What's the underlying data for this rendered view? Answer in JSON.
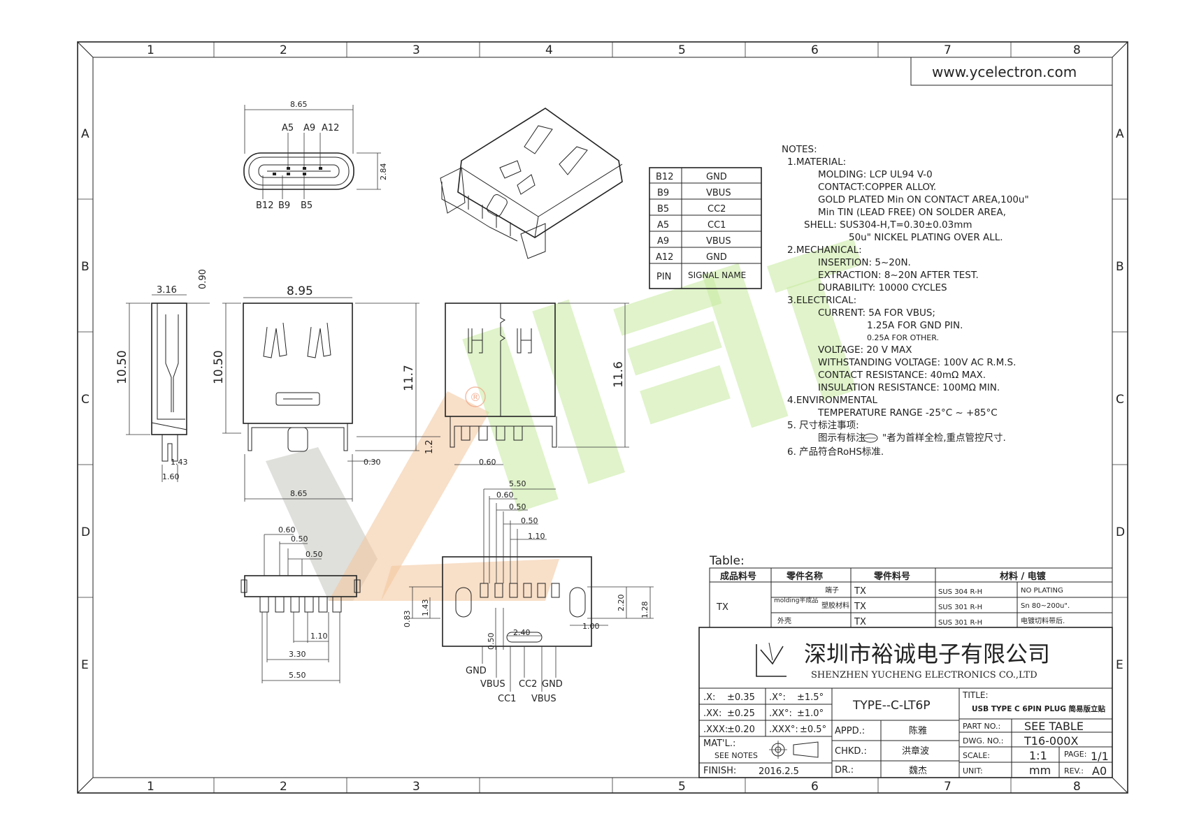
{
  "website": "www.ycelectron.com",
  "border": {
    "columns": [
      "1",
      "2",
      "3",
      "4",
      "5",
      "6",
      "7",
      "8"
    ],
    "rows": [
      "A",
      "B",
      "C",
      "D",
      "E"
    ]
  },
  "watermark": {
    "mark": "®"
  },
  "front_view": {
    "width": "8.65",
    "height": "2.84",
    "top_pins": [
      "A5",
      "A9",
      "A12"
    ],
    "bottom_pins": [
      "B12",
      "B9",
      "B5"
    ]
  },
  "pin_table": {
    "rows": [
      {
        "pin": "B12",
        "signal": "GND"
      },
      {
        "pin": "B9",
        "signal": "VBUS"
      },
      {
        "pin": "B5",
        "signal": "CC2"
      },
      {
        "pin": "A5",
        "signal": "CC1"
      },
      {
        "pin": "A9",
        "signal": "VBUS"
      },
      {
        "pin": "A12",
        "signal": "GND"
      }
    ],
    "header": {
      "pin": "PIN",
      "signal": "SIGNAL  NAME"
    }
  },
  "notes": [
    "NOTES:",
    "1.MATERIAL:",
    "MOLDING: LCP UL94 V-0",
    "CONTACT:COPPER  ALLOY.",
    "GOLD  PLATED  Min  ON  CONTACT  AREA,100u\"",
    "Min  TIN  (LEAD  FREE)  ON  SOLDER  AREA,",
    "SHELL:  SUS304-H,T=0.30±0.03mm",
    "50u\"  NICKEL  PLATING  OVER  ALL.",
    "2.MECHANICAL:",
    "INSERTION: 5~20N.",
    "EXTRACTION:  8~20N  AFTER  TEST.",
    "DURABILITY:  10000  CYCLES",
    "3.ELECTRICAL:",
    "CURRENT:  5A  FOR  VBUS;",
    "1.25A  FOR  GND  PIN.",
    "0.25A FOR OTHER.",
    "VOLTAGE:  20  V  MAX",
    "WITHSTANDING  VOLTAGE:  100V  AC  R.M.S.",
    "CONTACT  RESISTANCE:  40mΩ  MAX.",
    "INSULATION  RESISTANCE:  100MΩ  MIN.",
    "4.ENVIRONMENTAL",
    "TEMPERATURE  RANGE  -25°C  ~  +85°C",
    "5.  尺寸标注事项:",
    "图示有标注",
    "\"者为首样全检,重点管控尺寸.",
    "6.  产品符合RoHS标准."
  ],
  "side_view": {
    "top": "3.16",
    "top_h": "0.90",
    "height": "10.50",
    "foot_a": "1.43",
    "foot_b": "1.60"
  },
  "top_view": {
    "width": "8.95",
    "height": "10.50",
    "total": "11.7",
    "leg": "1.2",
    "leg_w": "0.30",
    "bottom_w": "8.65"
  },
  "back_view": {
    "height": "11.6",
    "leg_w": "0.60"
  },
  "pcb_left": {
    "d1": "0.60",
    "d2": "0.50",
    "d3": "0.50",
    "d4": "1.10",
    "d5": "3.30",
    "d6": "5.50"
  },
  "pcb_right": {
    "d_total": "5.50",
    "d1": "0.60",
    "d2": "0.50",
    "d3": "0.50",
    "d4": "1.10",
    "h1": "2.20",
    "h2": "1.28",
    "w1": "1.00",
    "s1": "0.83",
    "s2": "1.43",
    "w2": "0.50",
    "w3": "2.40",
    "pin_names": [
      "GND",
      "VBUS",
      "CC1",
      "CC2",
      "VBUS",
      "GND"
    ]
  },
  "material_table": {
    "title": "Table:",
    "headers": [
      "成品料号",
      "零件名称",
      "零件料号",
      "材料 / 电镀"
    ],
    "product": "TX",
    "rows": [
      {
        "name_a": "molding半成品",
        "name_b": "端子",
        "part": "TX",
        "material": "SUS  304  R-H",
        "plating": "NO  PLATING"
      },
      {
        "name_a": "",
        "name_b": "塑胶材料",
        "part": "TX",
        "material": "SUS  301  R-H",
        "plating": "Sn  80~200u\"."
      },
      {
        "name_a": "外壳",
        "name_b": "",
        "part": "TX",
        "material": "SUS  301  R-H",
        "plating": "电镀切料带后."
      }
    ]
  },
  "title_block": {
    "company_cn": "深圳市裕诚电子有限公司",
    "company_en": "SHENZHEN  YUCHENG  ELECTRONICS  CO.,LTD",
    "tol": [
      {
        "a": ".X:",
        "b": "±0.35",
        "c": ".X°:",
        "d": "±1.5°"
      },
      {
        "a": ".XX:",
        "b": "±0.25",
        "c": ".XX°:",
        "d": "±1.0°"
      },
      {
        "a": ".XXX:",
        "b": "±0.20",
        "c": ".XXX°:",
        "d": "±0.5°"
      }
    ],
    "part_name": "TYPE--C-LT6P",
    "title_label": "TITLE:",
    "title_value": "USB  TYPE  C  6PIN  PLUG  简易版立贴",
    "matl_label": "MAT'L.:",
    "matl_value": "SEE  NOTES",
    "finish_label": "FINISH:",
    "finish_value": "2016.2.5",
    "appd_label": "APPD.:",
    "appd_value": "陈雅",
    "chkd_label": "CHKD.:",
    "chkd_value": "洪章波",
    "dr_label": "DR.:",
    "dr_value": "魏杰",
    "partno_label": "PART  NO.:",
    "partno_value": "SEE  TABLE",
    "dwgno_label": "DWG.  NO.:",
    "dwgno_value": "T16-000X",
    "scale_label": "SCALE:",
    "scale_value": "1:1",
    "page_label": "PAGE:",
    "page_value": "1/1",
    "unit_label": "UNIT:",
    "unit_value": "mm",
    "rev_label": "REV.:",
    "rev_value": "A0"
  }
}
